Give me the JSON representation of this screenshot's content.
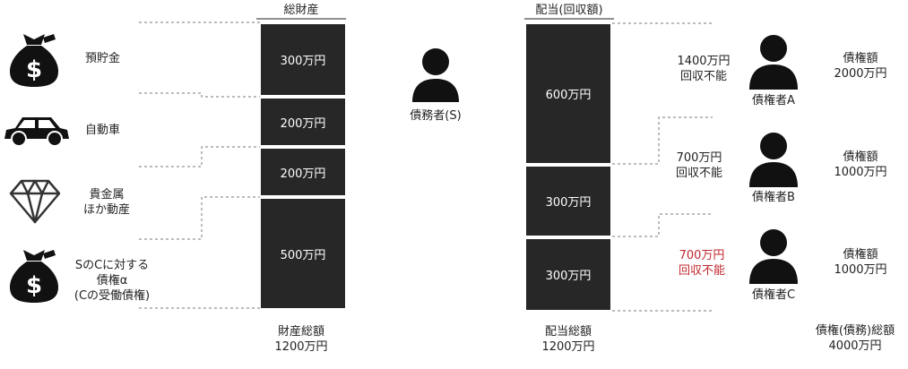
{
  "assets": {
    "header": "総財産",
    "items": [
      {
        "label": "預貯金",
        "icon": "money-bag-icon"
      },
      {
        "label": "自動車",
        "icon": "car-icon"
      },
      {
        "label": "貴金属\nほか動産",
        "icon": "diamond-icon"
      },
      {
        "label": "SのCに対する\n債権α\n(Cの受働債権)",
        "icon": "money-bag-icon"
      }
    ],
    "blocks": [
      "300万円",
      "200万円",
      "200万円",
      "500万円"
    ],
    "total": "財産総額\n1200万円"
  },
  "debtor": {
    "label": "債務者(S)",
    "icon": "person-icon"
  },
  "distribution": {
    "header": "配当(回収額)",
    "blocks": [
      "600万円",
      "300万円",
      "300万円"
    ],
    "total": "配当総額\n1200万円"
  },
  "creditors": [
    {
      "name": "債権者A",
      "claim": "債権額\n2000万円",
      "uncollectible": "1400万円\n回収不能",
      "highlight": false
    },
    {
      "name": "債権者B",
      "claim": "債権額\n1000万円",
      "uncollectible": "700万円\n回収不能",
      "highlight": false
    },
    {
      "name": "債権者C",
      "claim": "債権額\n1000万円",
      "uncollectible": "700万円\n回収不能",
      "highlight": true
    }
  ],
  "claims_total": "債権(債務)総額\n4000万円",
  "colors": {
    "block": "#272727",
    "red": "#c0282d",
    "dash": "#777777"
  }
}
